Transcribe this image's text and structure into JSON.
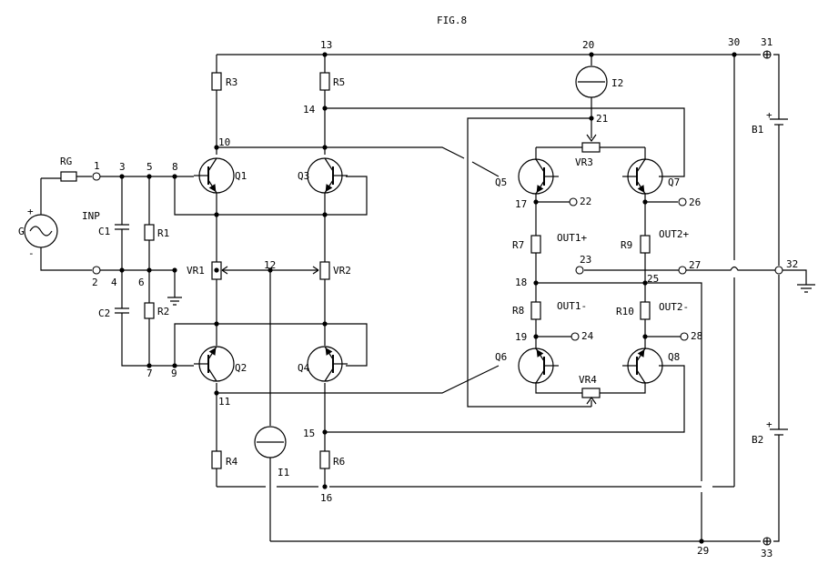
{
  "figure": {
    "title": "FIG.8",
    "input_label": "INP",
    "source_label": "G",
    "source_plus": "+",
    "source_minus": "-"
  },
  "components": {
    "RG": "RG",
    "R1": "R1",
    "R2": "R2",
    "R3": "R3",
    "R4": "R4",
    "R5": "R5",
    "R6": "R6",
    "R7": "R7",
    "R8": "R8",
    "R9": "R9",
    "R10": "R10",
    "C1": "C1",
    "C2": "C2",
    "Q1": "Q1",
    "Q2": "Q2",
    "Q3": "Q3",
    "Q4": "Q4",
    "Q5": "Q5",
    "Q6": "Q6",
    "Q7": "Q7",
    "Q8": "Q8",
    "VR1": "VR1",
    "VR2": "VR2",
    "VR3": "VR3",
    "VR4": "VR4",
    "I1": "I1",
    "I2": "I2",
    "B1": "B1",
    "B2": "B2",
    "B1_plus": "+",
    "B2_plus": "+"
  },
  "outputs": {
    "OUT1P": "OUT1+",
    "OUT1M": "OUT1-",
    "OUT2P": "OUT2+",
    "OUT2M": "OUT2-"
  },
  "nodes": {
    "n1": "1",
    "n2": "2",
    "n3": "3",
    "n4": "4",
    "n5": "5",
    "n6": "6",
    "n7": "7",
    "n8": "8",
    "n9": "9",
    "n10": "10",
    "n11": "11",
    "n12": "12",
    "n13": "13",
    "n14": "14",
    "n15": "15",
    "n16": "16",
    "n17": "17",
    "n18": "18",
    "n19": "19",
    "n20": "20",
    "n21": "21",
    "n22": "22",
    "n23": "23",
    "n24": "24",
    "n25": "25",
    "n26": "26",
    "n27": "27",
    "n28": "28",
    "n29": "29",
    "n30": "30",
    "n31": "31",
    "n32": "32",
    "n33": "33"
  }
}
